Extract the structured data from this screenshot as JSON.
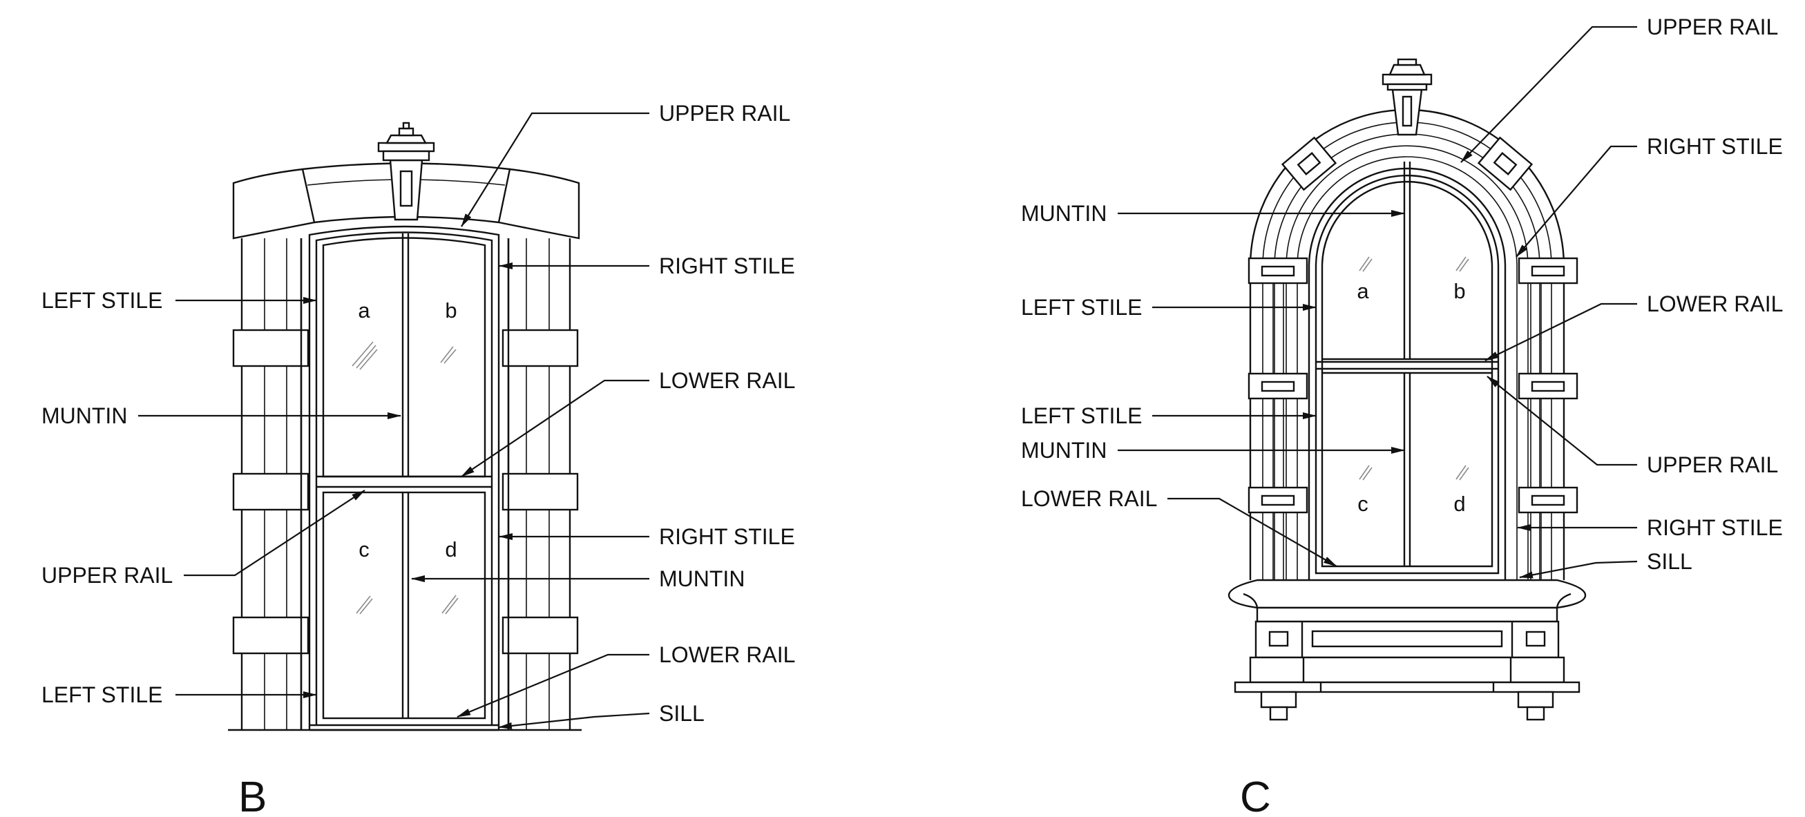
{
  "figures": {
    "B": {
      "caption": "B",
      "panes": [
        "a",
        "b",
        "c",
        "d"
      ],
      "labels": {
        "upper_rail_top": "UPPER RAIL",
        "right_stile_top": "RIGHT STILE",
        "lower_rail_top": "LOWER RAIL",
        "right_stile_bottom": "RIGHT STILE",
        "muntin_bottom": "MUNTIN",
        "lower_rail_bottom": "LOWER RAIL",
        "sill": "SILL",
        "left_stile_top": "LEFT STILE",
        "muntin_top": "MUNTIN",
        "upper_rail_bottom": "UPPER RAIL",
        "left_stile_bottom": "LEFT STILE"
      }
    },
    "C": {
      "caption": "C",
      "panes": [
        "a",
        "b",
        "c",
        "d"
      ],
      "labels": {
        "upper_rail_top": "UPPER RAIL",
        "right_stile_top": "RIGHT STILE",
        "lower_rail_top": "LOWER RAIL",
        "upper_rail_bottom": "UPPER RAIL",
        "right_stile_bottom": "RIGHT STILE",
        "sill": "SILL",
        "muntin_top": "MUNTIN",
        "left_stile_top": "LEFT STILE",
        "left_stile_bottom": "LEFT STILE",
        "muntin_bottom": "MUNTIN",
        "lower_rail_bottom": "LOWER RAIL"
      }
    }
  }
}
